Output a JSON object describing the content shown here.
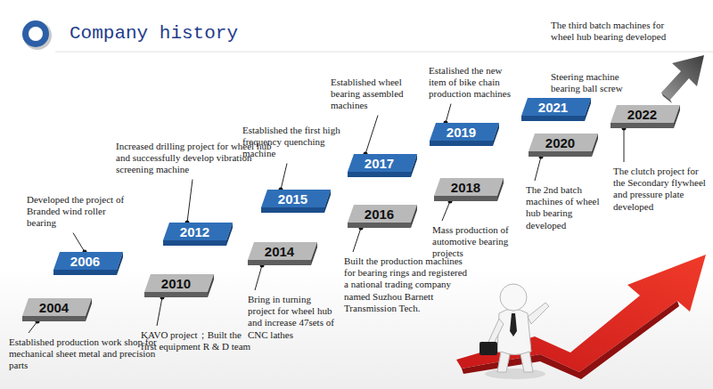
{
  "diagram": {
    "title": "Company history",
    "nodes": [
      {
        "text": [
          "2004",
          "Established production work shop for mechanical sheet metal and precision parts"
        ]
      },
      {
        "text": [
          "2006",
          "Developed the project of Branded wind roller bearing"
        ]
      },
      {
        "text": [
          "2010",
          "KAVO project；Built the first equipment R & D team"
        ]
      },
      {
        "text": [
          "2012",
          "Increased drilling project for wheel hub and successfully develop vibration screening machine"
        ]
      },
      {
        "text": [
          "2014",
          "Bring in turning project for wheel hub and increase 47sets of CNC lathes"
        ]
      },
      {
        "text": [
          "2015",
          "Established the first high frequency quenching machine"
        ]
      },
      {
        "text": [
          "2016",
          "Built the production machines for bearing rings and registered a national trading company named Suzhou Barnett Transmission Tech."
        ]
      },
      {
        "text": [
          "2017",
          "Established wheel bearing assembled machines"
        ]
      },
      {
        "text": [
          "2018",
          "Mass production of automotive bearing projects"
        ]
      },
      {
        "text": [
          "2019",
          "Estalished the new item of bike chain production machines"
        ]
      },
      {
        "text": [
          "2020",
          "The 2nd batch machines of wheel hub bearing developed"
        ]
      },
      {
        "text": [
          "2021",
          "The third batch machines for wheel hub bearing developed",
          "Steering machine bearing ball screw"
        ]
      },
      {
        "text": [
          "2022",
          "The clutch project for the Secondary flywheel and pressure plate developed"
        ]
      }
    ]
  }
}
